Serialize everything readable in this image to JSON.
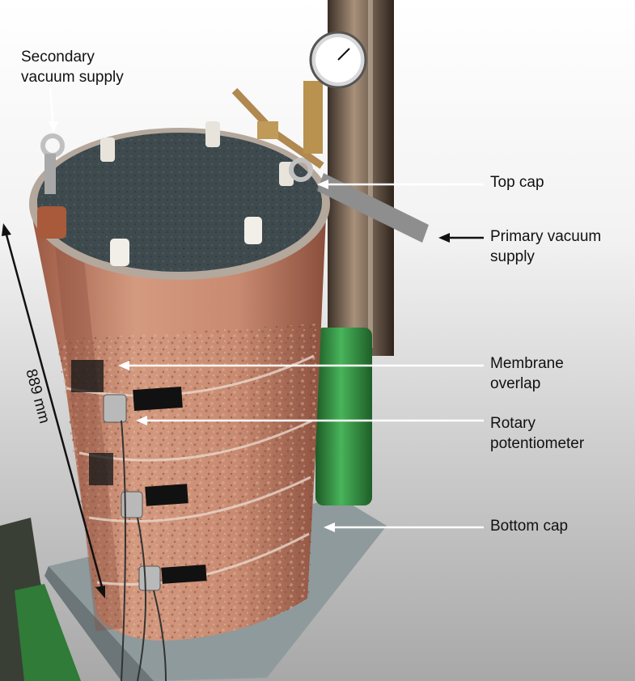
{
  "labels": {
    "secondary_vacuum": [
      "Secondary",
      "vacuum supply"
    ],
    "top_cap": "Top cap",
    "primary_vacuum": [
      "Primary vacuum",
      "supply"
    ],
    "membrane_overlap": [
      "Membrane",
      "overlap"
    ],
    "rotary_potentiometer": [
      "Rotary",
      "potentiometer"
    ],
    "bottom_cap": "Bottom cap",
    "height": "889 mm"
  },
  "colors": {
    "specimen_membrane": "#c9826a",
    "top_cap_surface": "#3e4a4e",
    "base_plate": "#8f9a9c",
    "green_sleeve": "#2f8a3a",
    "post_metal": "#6b5a4c",
    "leader_lines": "#ffffff",
    "label_text": "#111111"
  }
}
